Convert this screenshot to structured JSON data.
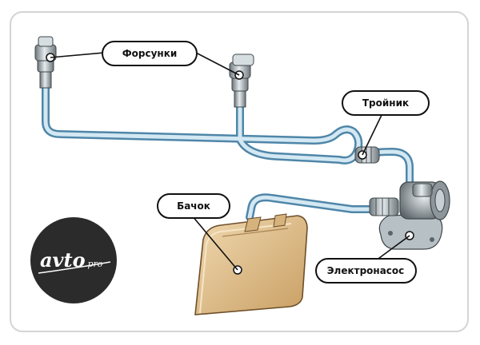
{
  "labels": {
    "injectors": "Форсунки",
    "tee": "Тройник",
    "reservoir": "Бачок",
    "pump": "Электронасос"
  },
  "logo": {
    "text": "avto.pro",
    "wordmark": "avto",
    "suffix": ".pro"
  },
  "colors": {
    "tube_outline": "#5a8fb1",
    "tube_fill": "#cfe5f1",
    "reservoir_fill": "#e3c597",
    "reservoir_edge": "#7b5a32",
    "metal": "#9aa3a8",
    "logo_bg": "#2b2b2b",
    "callout_border": "#111111"
  }
}
